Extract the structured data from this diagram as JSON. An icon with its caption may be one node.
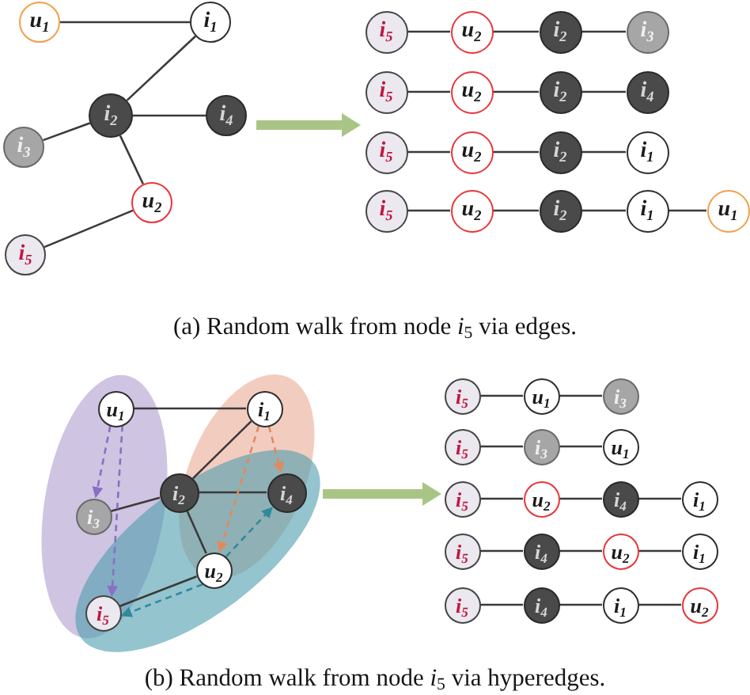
{
  "diagram": {
    "nodes": [
      {
        "text": [],
        "shape": "picture"
      },
      {
        "text": [
          "u$_{1}$"
        ],
        "in": 0
      },
      {
        "text": [
          "i$_{1}$"
        ],
        "in": 0
      },
      {
        "text": [
          "i$_{2}$"
        ],
        "in": 0
      },
      {
        "text": [
          "i$_{4}$"
        ],
        "in": 0
      },
      {
        "text": [
          "i$_{3}$"
        ],
        "in": 0
      },
      {
        "text": [
          "u$_{2}$"
        ],
        "in": 0
      },
      {
        "text": [
          "i$_{5}$"
        ],
        "in": 0
      },
      {
        "text": [],
        "shape": "picture"
      },
      {
        "text": [
          "i$_{5}$"
        ],
        "in": 8
      },
      {
        "text": [
          "u$_{2}$"
        ],
        "in": 8
      },
      {
        "text": [
          "i$_{2}$"
        ],
        "in": 8
      },
      {
        "text": [
          "i$_{3}$"
        ],
        "in": 8
      },
      {
        "text": [
          "i$_{5}$"
        ],
        "in": 8
      },
      {
        "text": [
          "u$_{2}$"
        ],
        "in": 8
      },
      {
        "text": [
          "i$_{2}$"
        ],
        "in": 8
      },
      {
        "text": [
          "i$_{4}$"
        ],
        "in": 8
      },
      {
        "text": [
          "i$_{5}$"
        ],
        "in": 8
      },
      {
        "text": [
          "u$_{2}$"
        ],
        "in": 8
      },
      {
        "text": [
          "i$_{2}$"
        ],
        "in": 8
      },
      {
        "text": [
          "i$_{1}$"
        ],
        "in": 8
      },
      {
        "text": [
          "i$_{5}$"
        ],
        "in": 8
      },
      {
        "text": [
          "u$_{2}$"
        ],
        "in": 8
      },
      {
        "text": [
          "i$_{2}$"
        ],
        "in": 8
      },
      {
        "text": [
          "i$_{1}$"
        ],
        "in": 8
      },
      {
        "text": [
          "u$_{1}$"
        ],
        "in": 8
      },
      {
        "text": [],
        "shape": "picture"
      },
      {
        "text": [
          "u$_{1}$"
        ],
        "in": 26
      },
      {
        "text": [
          "i$_{1}$"
        ],
        "in": 26
      },
      {
        "text": [
          "i$_{2}$"
        ],
        "in": 26
      },
      {
        "text": [
          "i$_{4}$"
        ],
        "in": 26
      },
      {
        "text": [
          "i$_{3}$"
        ],
        "in": 26
      },
      {
        "text": [
          "u$_{2}$"
        ],
        "in": 26
      },
      {
        "text": [
          "i$_{5}$"
        ],
        "in": 26
      },
      {
        "text": [],
        "shape": "picture"
      },
      {
        "text": [
          "i$_{5}$"
        ],
        "in": 34
      },
      {
        "text": [
          "u$_{1}$"
        ],
        "in": 34
      },
      {
        "text": [
          "i$_{3}$"
        ],
        "in": 34
      },
      {
        "text": [
          "i$_{5}$"
        ],
        "in": 34
      },
      {
        "text": [
          "i$_{3}$"
        ],
        "in": 34
      },
      {
        "text": [
          "u$_{1}$"
        ],
        "in": 34
      },
      {
        "text": [
          "i$_{5}$"
        ],
        "in": 34
      },
      {
        "text": [
          "u$_{2}$"
        ],
        "in": 34
      },
      {
        "text": [
          "i$_{4}$"
        ],
        "in": 34
      },
      {
        "text": [
          "i$_{1}$"
        ],
        "in": 34
      },
      {
        "text": [
          "i$_{5}$"
        ],
        "in": 34
      },
      {
        "text": [
          "i$_{4}$"
        ],
        "in": 34
      },
      {
        "text": [
          "u$_{2}$"
        ],
        "in": 34
      },
      {
        "text": [
          "i$_{1}$"
        ],
        "in": 34
      },
      {
        "text": [
          "i$_{5}$"
        ],
        "in": 34
      },
      {
        "text": [
          "i$_{4}$"
        ],
        "in": 34
      },
      {
        "text": [
          "i$_{1}$"
        ],
        "in": 34
      },
      {
        "text": [
          "u$_{2}$"
        ],
        "in": 34
      }
    ],
    "edges": [
      {
        "from": 1,
        "to": 2,
        "arrow": "none"
      },
      {
        "from": 2,
        "to": 3,
        "arrow": "none"
      },
      {
        "from": 3,
        "to": 4,
        "arrow": "none"
      },
      {
        "from": 3,
        "to": 5,
        "arrow": "none"
      },
      {
        "from": 3,
        "to": 6,
        "arrow": "none"
      },
      {
        "from": 6,
        "to": 7,
        "arrow": "none"
      },
      {
        "from": 0,
        "to": 8,
        "arrow": "to",
        "style": "thick",
        "color": "#a9c585"
      },
      {
        "from": 9,
        "to": 10,
        "arrow": "none"
      },
      {
        "from": 10,
        "to": 11,
        "arrow": "none"
      },
      {
        "from": 11,
        "to": 12,
        "arrow": "none"
      },
      {
        "from": 13,
        "to": 14,
        "arrow": "none"
      },
      {
        "from": 14,
        "to": 15,
        "arrow": "none"
      },
      {
        "from": 15,
        "to": 16,
        "arrow": "none"
      },
      {
        "from": 17,
        "to": 18,
        "arrow": "none"
      },
      {
        "from": 18,
        "to": 19,
        "arrow": "none"
      },
      {
        "from": 19,
        "to": 20,
        "arrow": "none"
      },
      {
        "from": 21,
        "to": 22,
        "arrow": "none"
      },
      {
        "from": 22,
        "to": 23,
        "arrow": "none"
      },
      {
        "from": 23,
        "to": 24,
        "arrow": "none"
      },
      {
        "from": 24,
        "to": 25,
        "arrow": "none"
      },
      {
        "from": 27,
        "to": 28,
        "arrow": "none"
      },
      {
        "from": 28,
        "to": 29,
        "arrow": "none"
      },
      {
        "from": 29,
        "to": 30,
        "arrow": "none"
      },
      {
        "from": 29,
        "to": 31,
        "arrow": "none"
      },
      {
        "from": 29,
        "to": 32,
        "arrow": "none"
      },
      {
        "from": 32,
        "to": 33,
        "arrow": "none"
      },
      {
        "from": 27,
        "to": 31,
        "arrow": "to",
        "style": "dashed",
        "color": "#8b6fc2"
      },
      {
        "from": 27,
        "to": 33,
        "arrow": "to",
        "style": "dashed",
        "color": "#8b6fc2"
      },
      {
        "from": 28,
        "to": 30,
        "arrow": "to",
        "style": "dashed",
        "color": "#e08a5e"
      },
      {
        "from": 28,
        "to": 32,
        "arrow": "to",
        "style": "dashed",
        "color": "#e08a5e"
      },
      {
        "from": 32,
        "to": 30,
        "arrow": "to",
        "style": "dashed",
        "color": "#2f8a9c"
      },
      {
        "from": 32,
        "to": 33,
        "arrow": "to",
        "style": "dashed",
        "color": "#2f8a9c"
      },
      {
        "from": 26,
        "to": 34,
        "arrow": "to",
        "style": "thick",
        "color": "#a9c585"
      },
      {
        "from": 35,
        "to": 36,
        "arrow": "none"
      },
      {
        "from": 36,
        "to": 37,
        "arrow": "none"
      },
      {
        "from": 38,
        "to": 39,
        "arrow": "none"
      },
      {
        "from": 39,
        "to": 40,
        "arrow": "none"
      },
      {
        "from": 41,
        "to": 42,
        "arrow": "none"
      },
      {
        "from": 42,
        "to": 43,
        "arrow": "none"
      },
      {
        "from": 43,
        "to": 44,
        "arrow": "none"
      },
      {
        "from": 45,
        "to": 46,
        "arrow": "none"
      },
      {
        "from": 46,
        "to": 47,
        "arrow": "none"
      },
      {
        "from": 47,
        "to": 48,
        "arrow": "none"
      },
      {
        "from": 49,
        "to": 50,
        "arrow": "none"
      },
      {
        "from": 50,
        "to": 51,
        "arrow": "none"
      },
      {
        "from": 51,
        "to": 52,
        "arrow": "none"
      }
    ],
    "labels": [
      "(a) Random walk from node *i*$_{5}$ via edges.",
      "(b) Random walk from node *i*$_{5}$ via hyperedges."
    ]
  }
}
